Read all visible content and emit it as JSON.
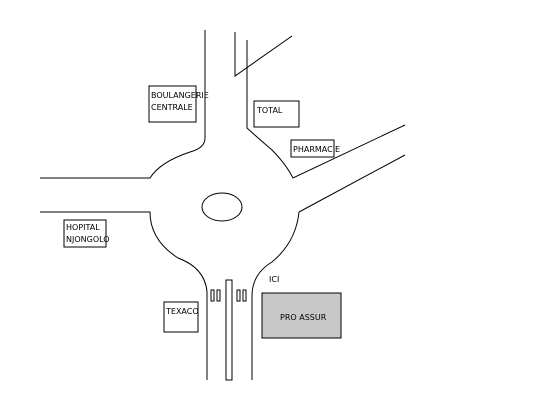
{
  "landmarks": {
    "boulangerie": {
      "line1": "BOULANGERIE",
      "line2": "CENTRALE"
    },
    "total": "TOTAL",
    "pharmacie": "PHARMACIE",
    "hopital": {
      "line1": "HOPITAL",
      "line2": "NJONGOLO"
    },
    "texaco": "TEXACO",
    "ici": "ICI",
    "pro_assur": "PRO ASSUR"
  },
  "colors": {
    "road": "#000000",
    "highlight_building": "#c8c8c8",
    "background": "#ffffff"
  }
}
